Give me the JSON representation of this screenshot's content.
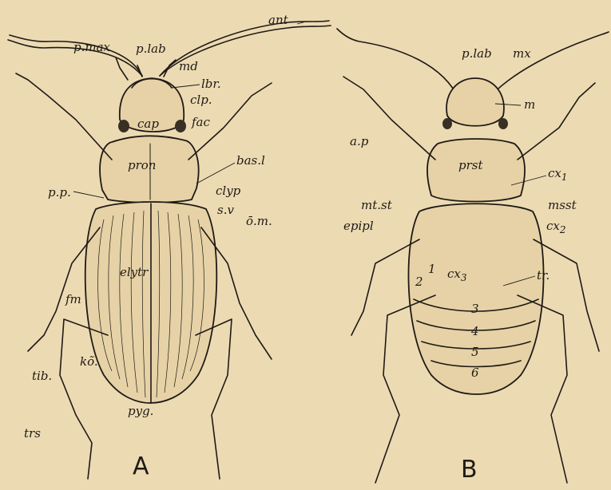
{
  "figure_a": {
    "panel_letter": "A",
    "labels": {
      "ant": "ant",
      "p_max": "p.max",
      "p_lab": "p.lab",
      "md": "md",
      "lbr": "lbr.",
      "clp": "clp.",
      "fac": "fac",
      "cap": "cap",
      "pron": "pron",
      "bas_l": "bas.l",
      "clyp": "clyp",
      "s_v": "s.v",
      "o_m": "ō.m.",
      "p_p": "p.p.",
      "elytr": "elytr",
      "fm": "fm",
      "tib": "tib.",
      "ko": "kõ.",
      "pyg": "pyg.",
      "trs": "trs"
    }
  },
  "figure_b": {
    "panel_letter": "B",
    "labels": {
      "p_lab": "p.lab",
      "mx": "mx",
      "m": "m",
      "a_p": "a.p",
      "prst": "prst",
      "cx1": "cx",
      "cx1_sub": "1",
      "mt_st": "mt.st",
      "msst": "msst",
      "epipl": "epipl",
      "cx2": "cx",
      "cx2_sub": "2",
      "cx3": "cx",
      "cx3_sub": "3",
      "tr": "tr.",
      "seg1": "1",
      "seg2": "2",
      "seg3": "3",
      "seg4": "4",
      "seg5": "5",
      "seg6": "6"
    }
  }
}
